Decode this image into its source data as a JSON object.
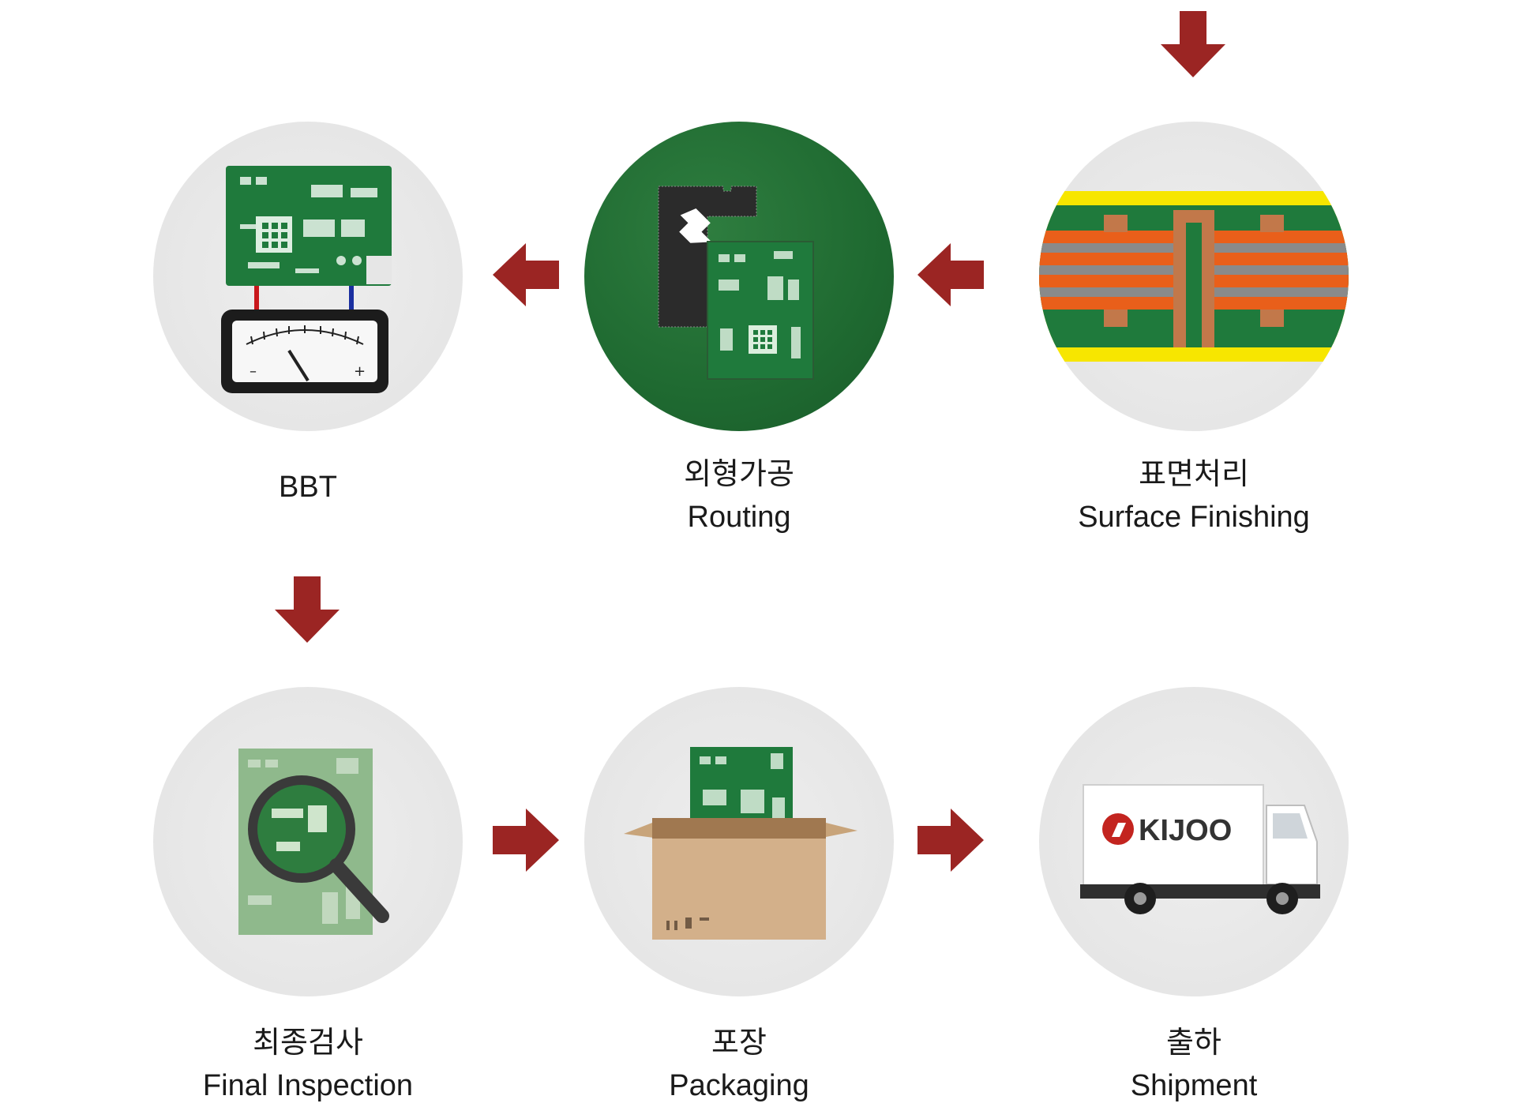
{
  "brand_color": "#9b2523",
  "steps": [
    {
      "id": "bbt",
      "label_ko": "",
      "label_en": "BBT"
    },
    {
      "id": "routing",
      "label_ko": "외형가공",
      "label_en": "Routing"
    },
    {
      "id": "surface",
      "label_ko": "표면처리",
      "label_en": "Surface Finishing"
    },
    {
      "id": "final",
      "label_ko": "최종검사",
      "label_en": "Final Inspection"
    },
    {
      "id": "packaging",
      "label_ko": "포장",
      "label_en": "Packaging"
    },
    {
      "id": "shipment",
      "label_ko": "출하",
      "label_en": "Shipment"
    }
  ],
  "truck_logo_text": "KIJOO",
  "arrows": [
    {
      "name": "arrow-into-surface",
      "direction": "down"
    },
    {
      "name": "arrow-surface-to-routing",
      "direction": "left"
    },
    {
      "name": "arrow-routing-to-bbt",
      "direction": "left"
    },
    {
      "name": "arrow-bbt-to-final",
      "direction": "down"
    },
    {
      "name": "arrow-final-to-packaging",
      "direction": "right"
    },
    {
      "name": "arrow-packaging-to-shipment",
      "direction": "right"
    }
  ],
  "icons": [
    "pcb-meter-icon",
    "pcb-routing-icon",
    "pcb-cross-section-icon",
    "magnifier-pcb-icon",
    "pcb-box-icon",
    "delivery-truck-icon"
  ]
}
